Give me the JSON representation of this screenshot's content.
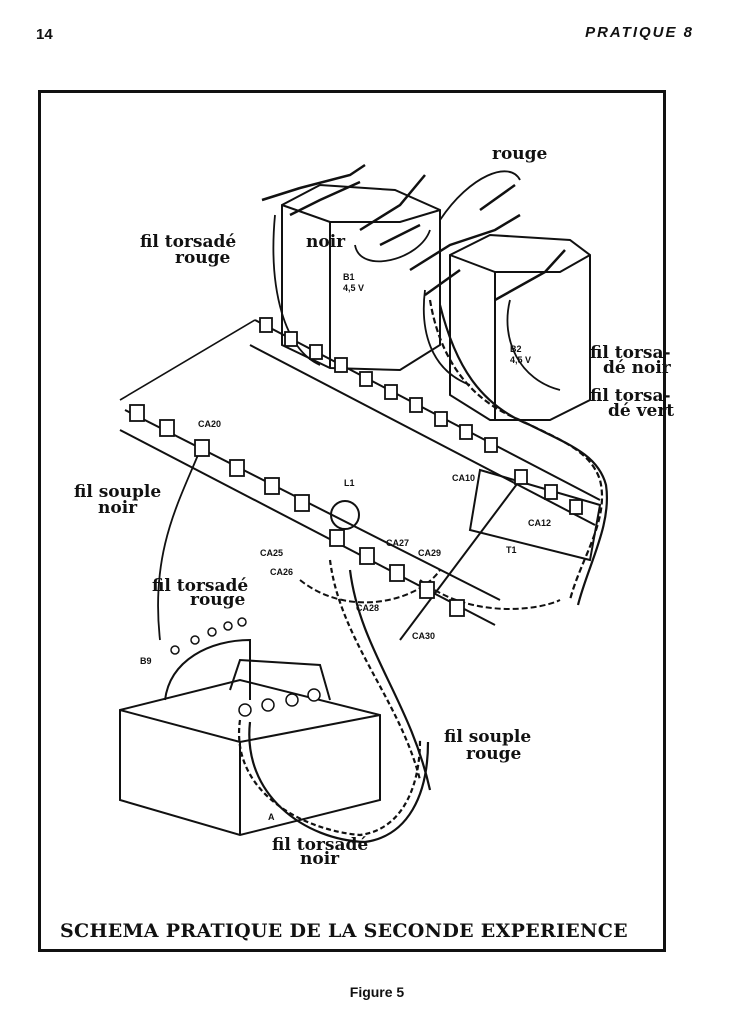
{
  "header": {
    "page_number": "14",
    "running_title": "PRATIQUE 8"
  },
  "figure": {
    "caption": "SCHEMA PRATIQUE DE LA SECONDE EXPERIENCE",
    "label": "Figure 5"
  },
  "wire_labels": {
    "rouge_top": "rouge",
    "fil_torsade_rouge_1": "fil torsadé",
    "fil_torsade_rouge_2": "rouge",
    "noir": "noir",
    "fil_torsade_noir_right_1": "fil torsa-",
    "fil_torsade_noir_right_2": "dé noir",
    "fil_torsade_vert_1": "fil torsa-",
    "fil_torsade_vert_2": "dé vert",
    "fil_souple_noir_1": "fil souple",
    "fil_souple_noir_2": "noir",
    "fil_torsade_rouge_mid_1": "fil torsadé",
    "fil_torsade_rouge_mid_2": "rouge",
    "fil_souple_rouge_1": "fil souple",
    "fil_souple_rouge_2": "rouge",
    "fil_torsade_noir_bottom_1": "fil torsadé",
    "fil_torsade_noir_bottom_2": "noir"
  },
  "component_labels": {
    "b1_name": "B1",
    "b1_voltage": "4,5 V",
    "b2_name": "B2",
    "b2_voltage": "4,5 V",
    "l1": "L1",
    "t1": "T1",
    "b9": "B9",
    "ca20": "CA20",
    "ca10": "CA10",
    "ca12": "CA12",
    "ca25": "CA25",
    "ca26": "CA26",
    "ca27": "CA27",
    "ca28": "CA28",
    "ca29": "CA29",
    "ca30": "CA30",
    "a": "A"
  }
}
